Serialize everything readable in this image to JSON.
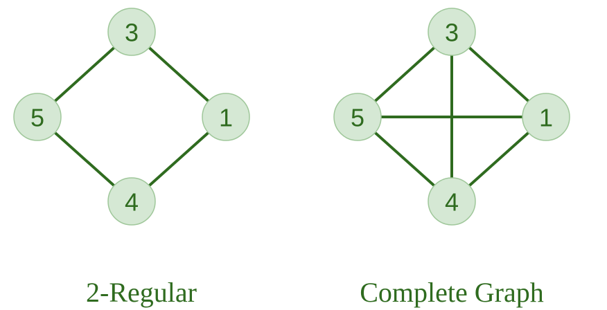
{
  "graphs": [
    {
      "caption": "2-Regular",
      "nodes": [
        {
          "id": "3",
          "label": "3"
        },
        {
          "id": "1",
          "label": "1"
        },
        {
          "id": "5",
          "label": "5"
        },
        {
          "id": "4",
          "label": "4"
        }
      ],
      "edges": [
        [
          "3",
          "1"
        ],
        [
          "3",
          "5"
        ],
        [
          "5",
          "4"
        ],
        [
          "4",
          "1"
        ]
      ]
    },
    {
      "caption": "Complete Graph",
      "nodes": [
        {
          "id": "3",
          "label": "3"
        },
        {
          "id": "1",
          "label": "1"
        },
        {
          "id": "5",
          "label": "5"
        },
        {
          "id": "4",
          "label": "4"
        }
      ],
      "edges": [
        [
          "3",
          "1"
        ],
        [
          "3",
          "5"
        ],
        [
          "5",
          "4"
        ],
        [
          "4",
          "1"
        ],
        [
          "3",
          "4"
        ],
        [
          "5",
          "1"
        ]
      ]
    }
  ],
  "colors": {
    "edge": "#2f6b1f",
    "node_fill": "#d5e8d4",
    "node_stroke": "#9fc79a",
    "text": "#2f6b1f"
  }
}
